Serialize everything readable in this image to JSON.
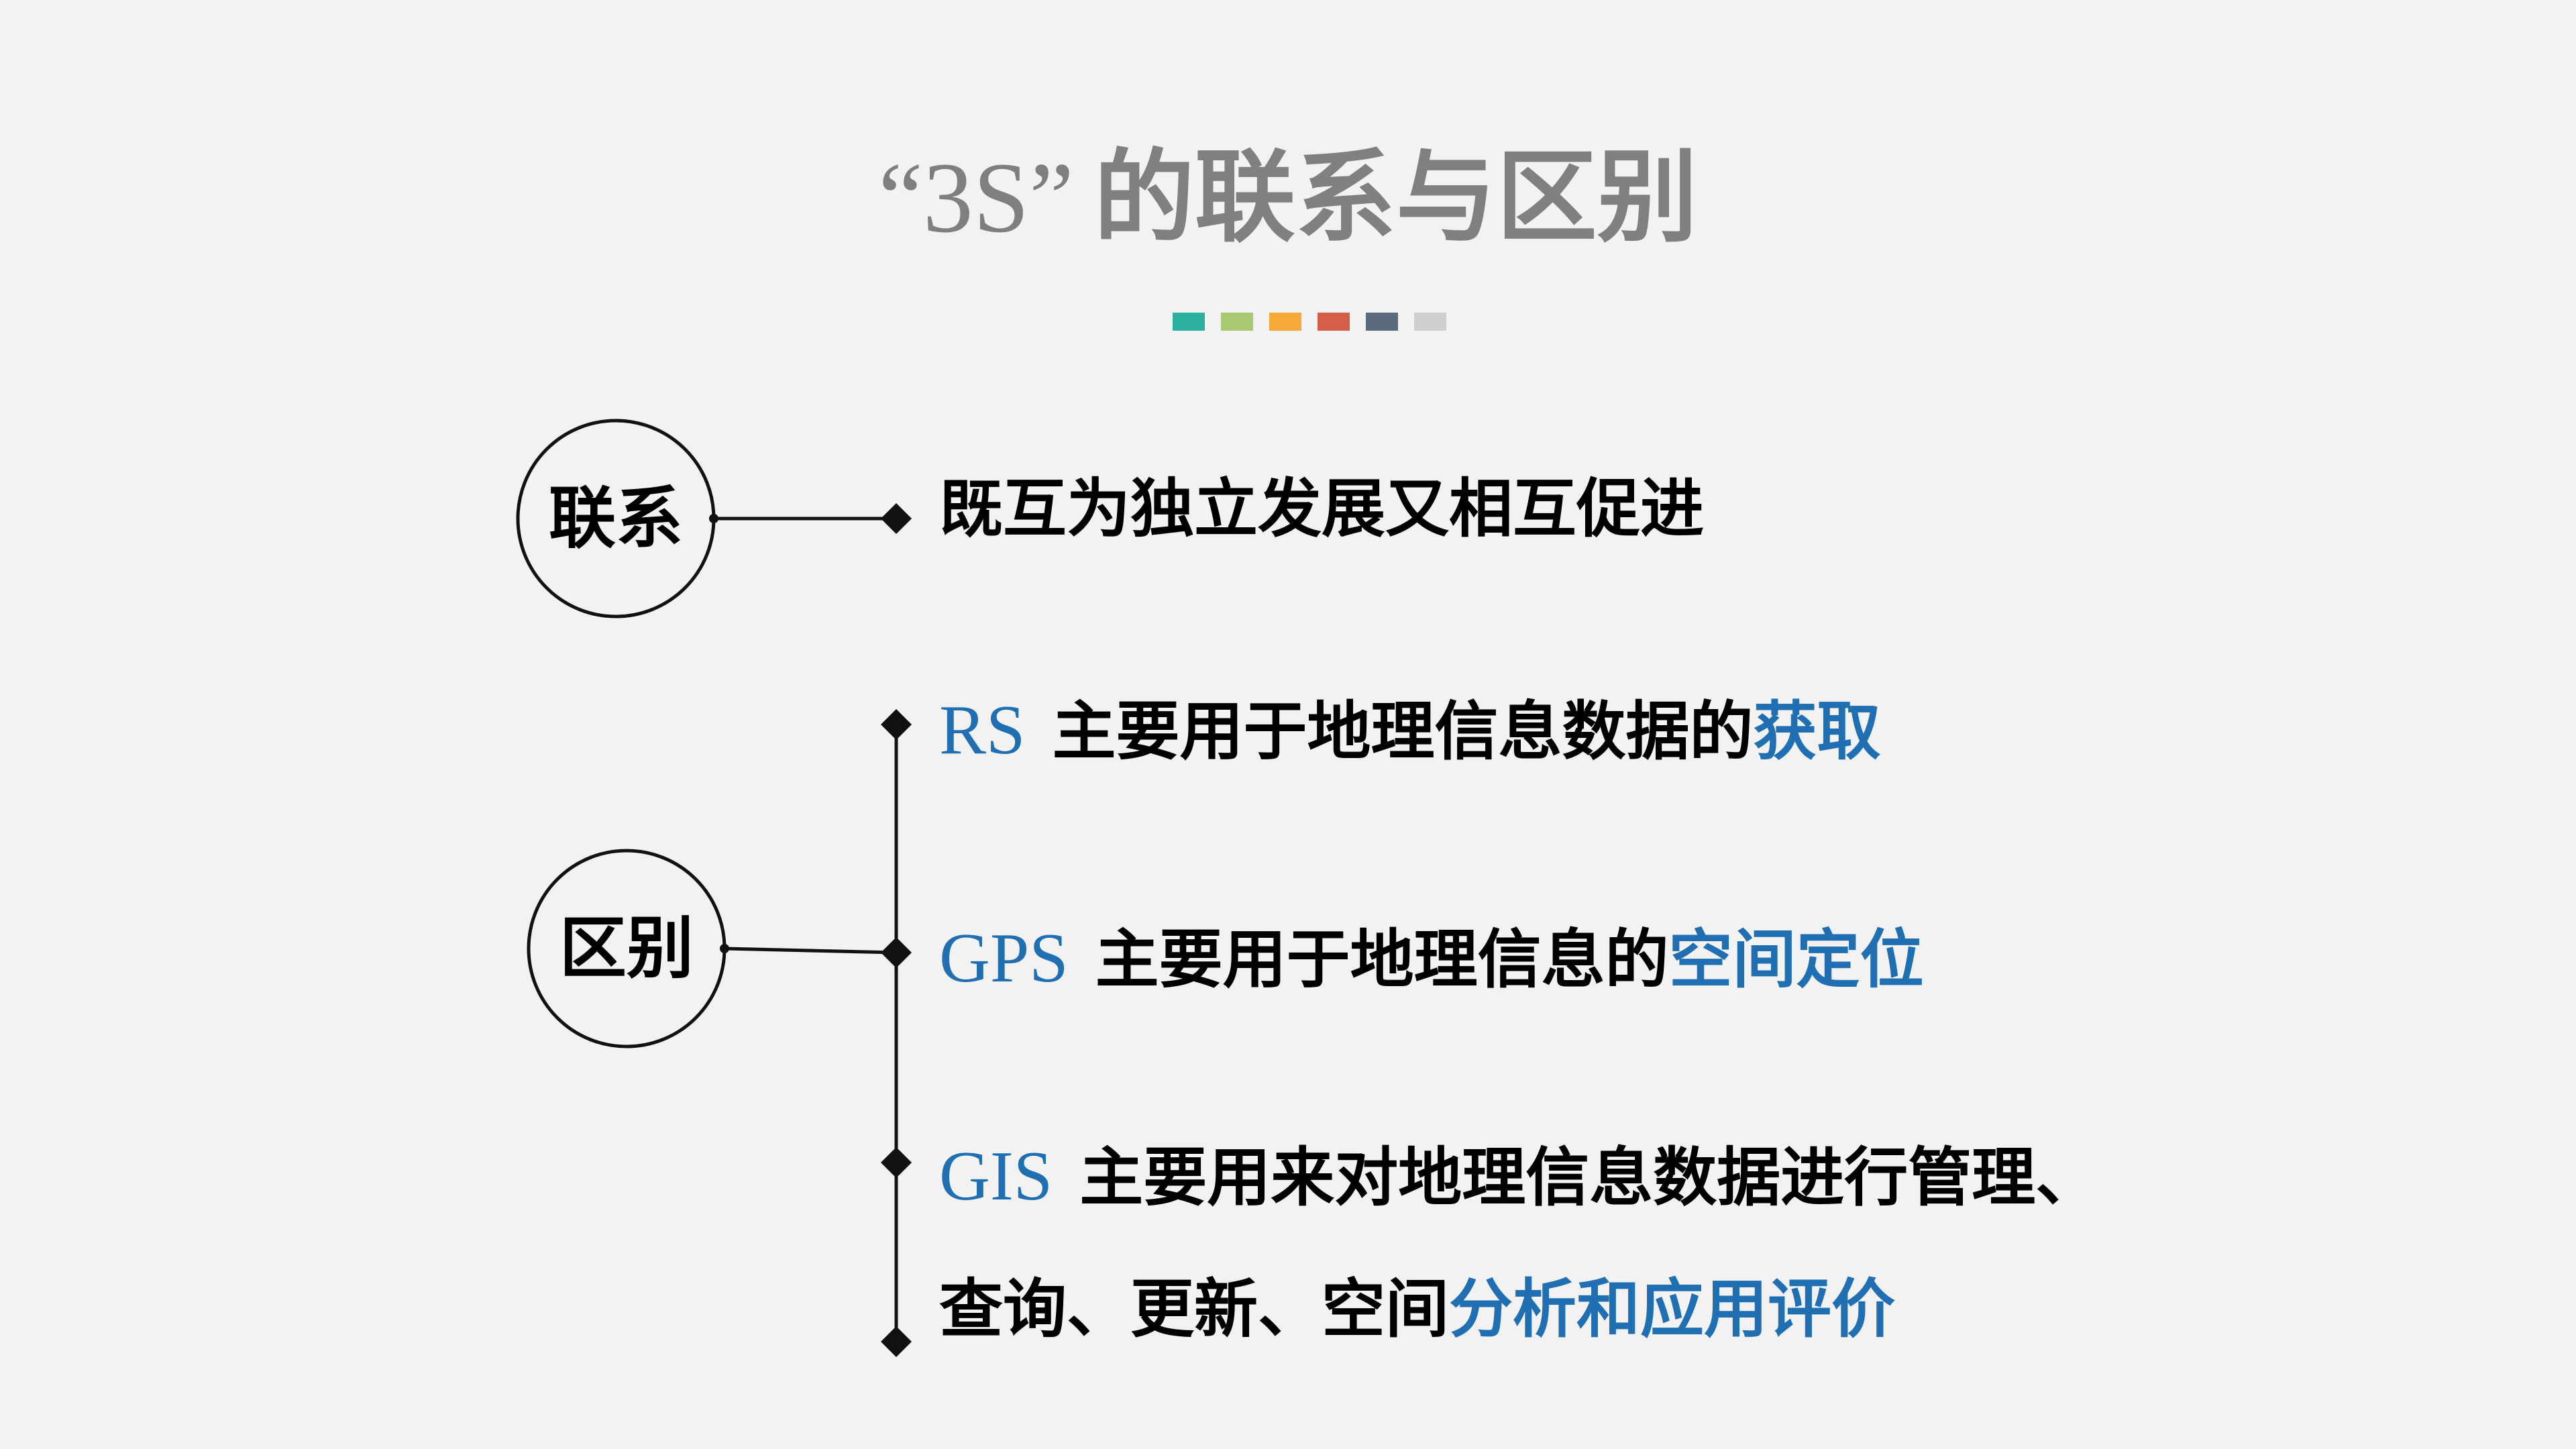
{
  "title": {
    "quoted": "“3S”",
    "main": "的联系与区别"
  },
  "decor_colors": [
    "#2bb0a0",
    "#a9c872",
    "#f4a93a",
    "#d45e48",
    "#5b6b7e",
    "#cfcfcf"
  ],
  "relation": {
    "label": "联系",
    "text": "既互为独立发展又相互促进"
  },
  "difference": {
    "label": "区别",
    "items": [
      {
        "system": "RS",
        "text": "主要用于地理信息数据的",
        "highlight": "获取"
      },
      {
        "system": "GPS",
        "text": "主要用于地理信息的",
        "highlight": "空间定位"
      },
      {
        "system": "GIS",
        "text": "主要用来对地理信息数据进行管理、",
        "line2": "查询、更新、空间",
        "highlight": "分析和应用评价"
      }
    ]
  },
  "colors": {
    "background": "#f2f2f2",
    "title": "#808080",
    "accent": "#1f6fb2",
    "text": "#000000"
  }
}
